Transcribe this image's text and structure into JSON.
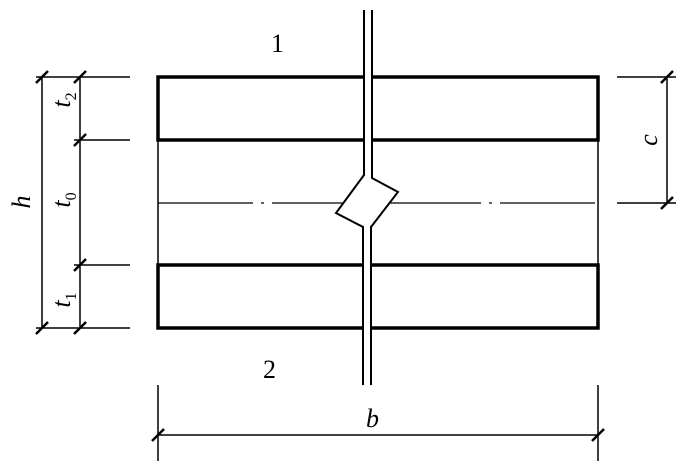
{
  "labels": {
    "face_top": "1",
    "face_bottom": "2",
    "h": "h",
    "t2": "t",
    "t2_sub": "2",
    "t0": "t",
    "t0_sub": "0",
    "t1": "t",
    "t1_sub": "1",
    "c": "c",
    "b": "b"
  },
  "colors": {
    "line": "#000000",
    "background": "#ffffff"
  }
}
